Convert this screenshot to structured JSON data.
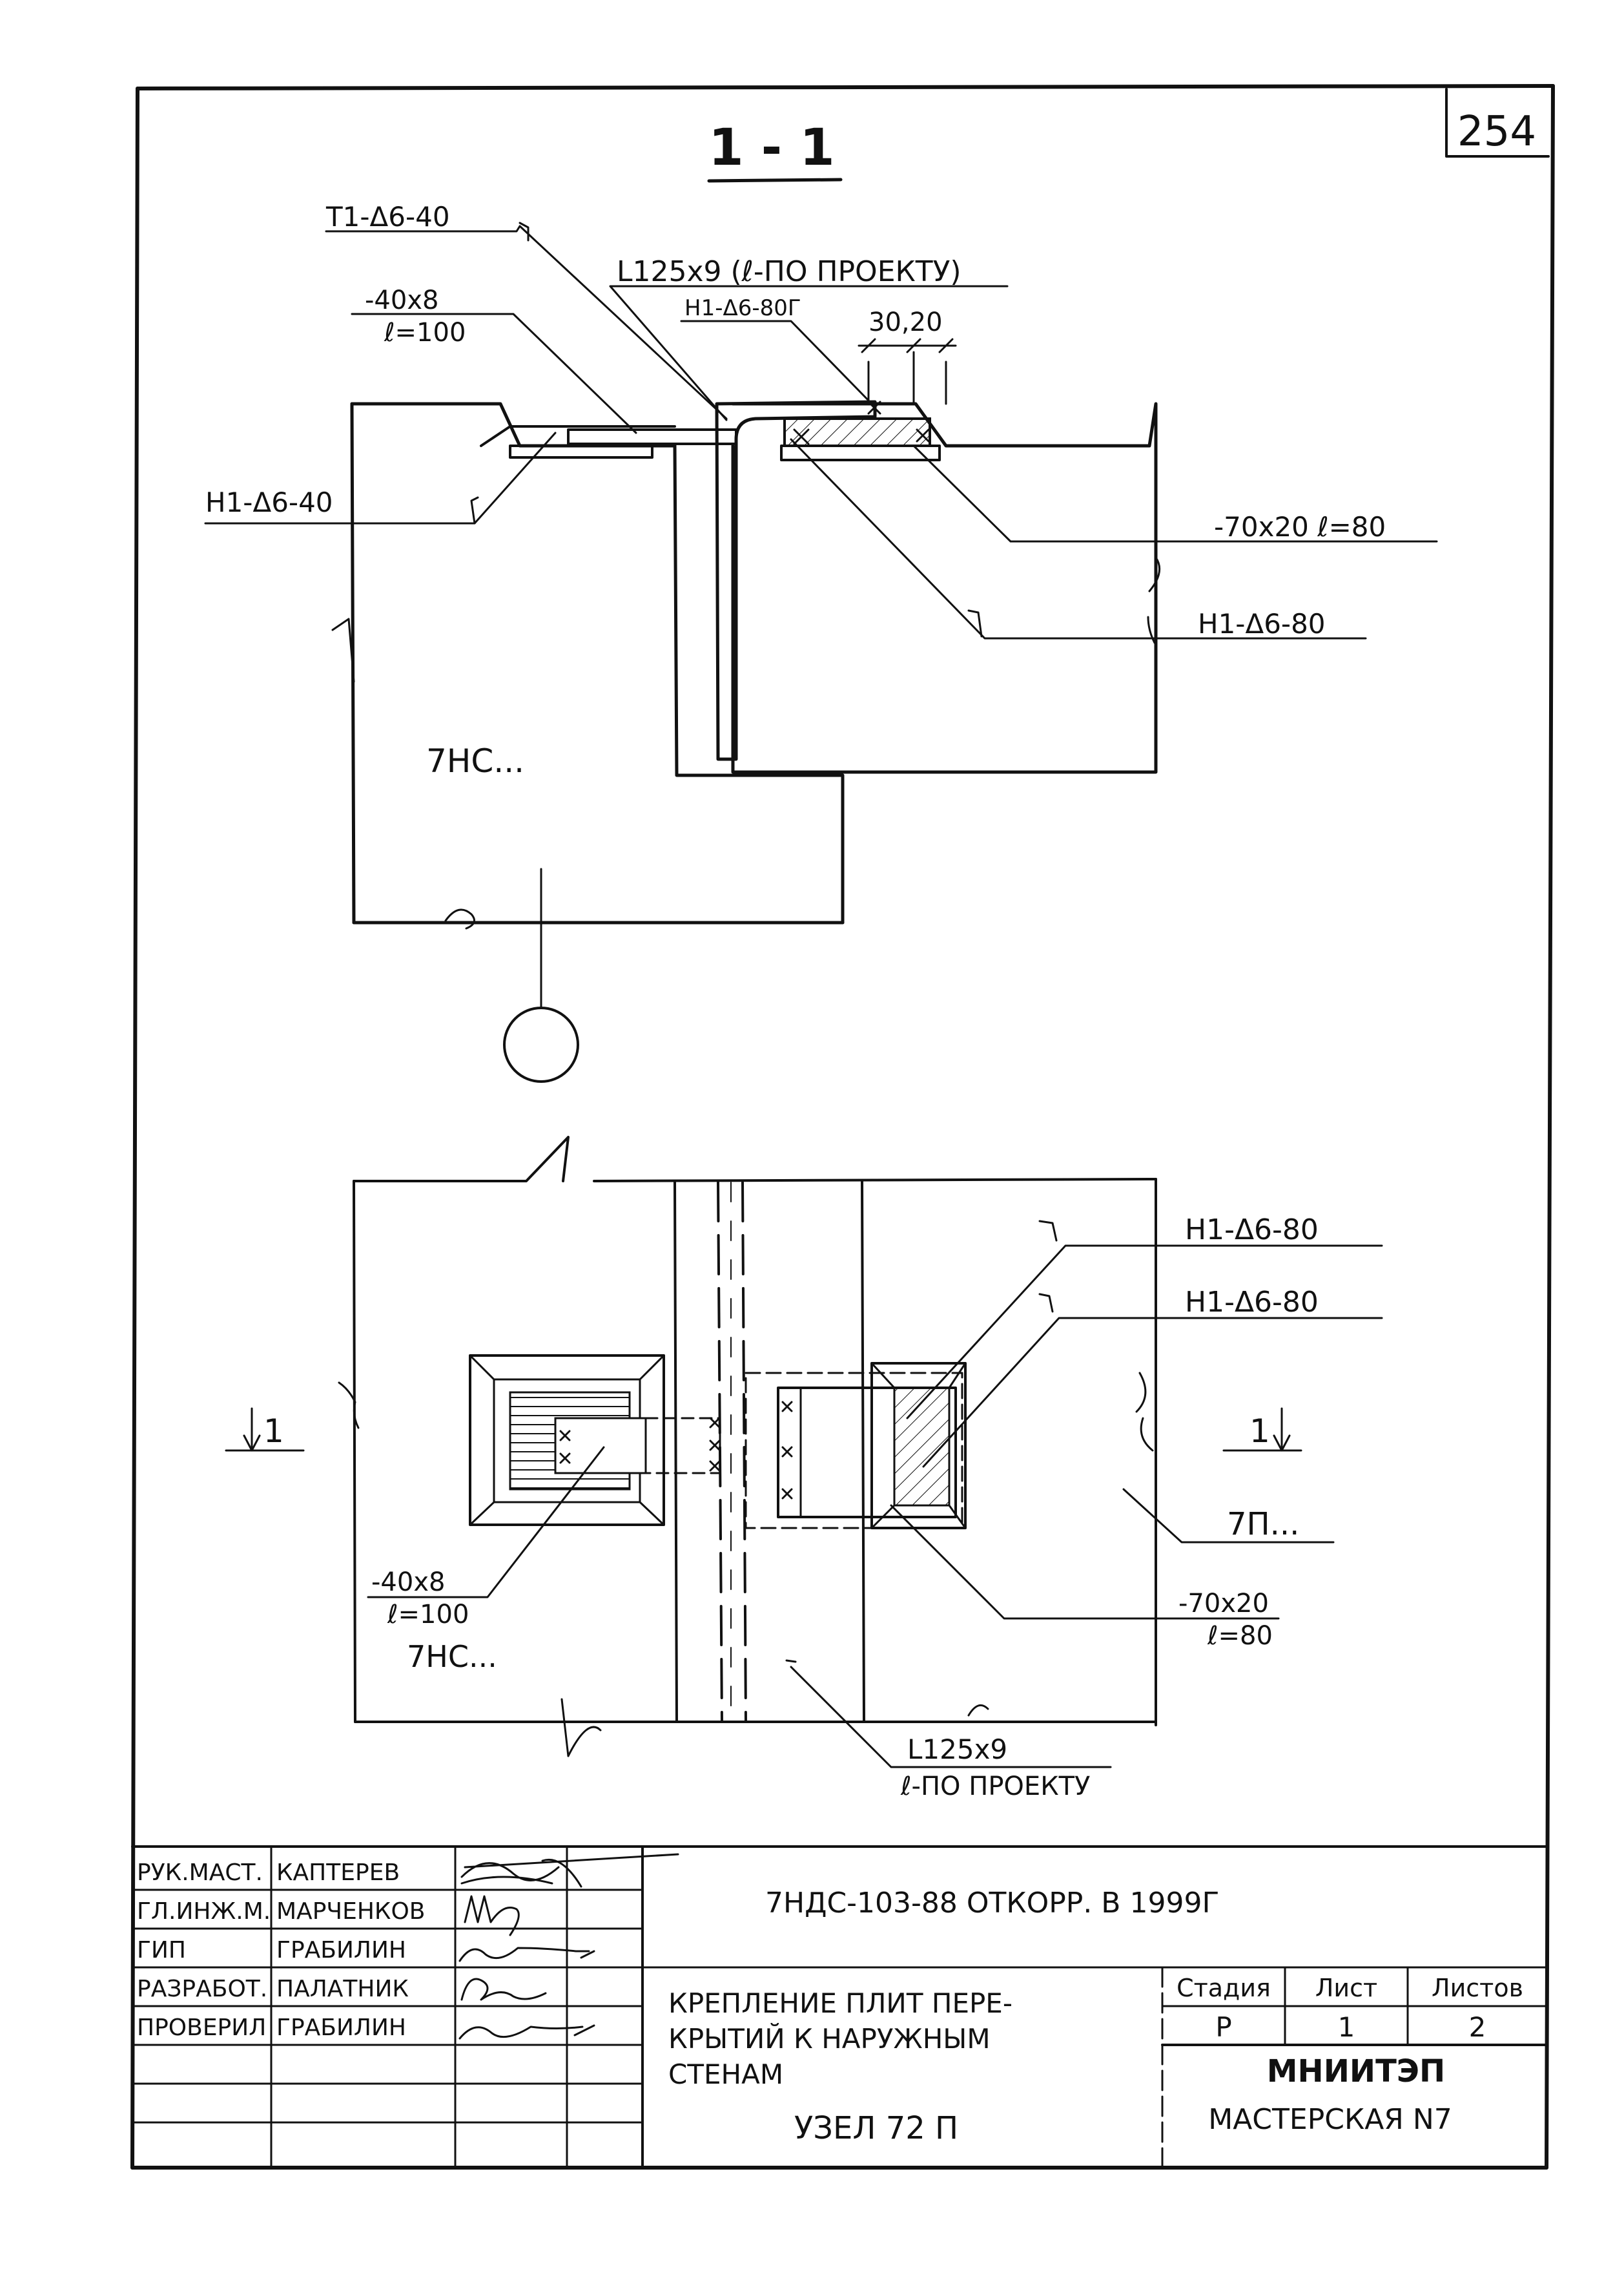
{
  "sheet_number": "254",
  "section": {
    "title": "1 - 1",
    "callouts": {
      "weld_t1": "Т1-Δ6-40",
      "angle": "L125х9 (ℓ-ПО ПРОЕКТУ)",
      "plate_40_a": "-40х8",
      "plate_40_b": "ℓ=100",
      "weld_h1_80g": "Н1-Δ6-80Г",
      "dim": "30,20",
      "weld_h1_40": "Н1-Δ6-40",
      "plate_70": "-70х20  ℓ=80",
      "weld_h1_80": "Н1-Δ6-80",
      "wall_panel": "7НС..."
    }
  },
  "plan": {
    "callouts": {
      "weld_1": "Н1-Δ6-80",
      "weld_2": "Н1-Δ6-80",
      "mark_left": "1",
      "mark_right": "1",
      "slab": "7П...",
      "plate_40_a": "-40х8",
      "plate_40_b": "ℓ=100",
      "wall_panel": "7НС...",
      "plate_70_a": "-70х20",
      "plate_70_b": "ℓ=80",
      "angle_a": "L125х9",
      "angle_b": "ℓ-ПО ПРОЕКТУ"
    }
  },
  "title_block": {
    "roles": [
      "РУК.МАСТ.",
      "ГЛ.ИНЖ.М.",
      "ГИП",
      "РАЗРАБОТ.",
      "ПРОВЕРИЛ"
    ],
    "names": [
      "КАПТЕРЕВ",
      "МАРЧЕНКОВ",
      "ГРАБИЛИН",
      "ПАЛАТНИК",
      "ГРАБИЛИН"
    ],
    "doc_code": "7НДС-103-88   ОТКОРР. В   1999Г",
    "description": [
      "КРЕПЛЕНИЕ  ПЛИТ  ПЕРЕ-",
      "КРЫТИЙ  К  НАРУЖНЫМ",
      "СТЕНАМ"
    ],
    "node": "УЗЕЛ 72 П",
    "stage_label": "Стадия",
    "sheet_label": "Лист",
    "sheets_label": "Листов",
    "stage": "Р",
    "sheet": "1",
    "sheets": "2",
    "org": "МНИИТЭП",
    "workshop": "МАСТЕРСКАЯ N7"
  }
}
